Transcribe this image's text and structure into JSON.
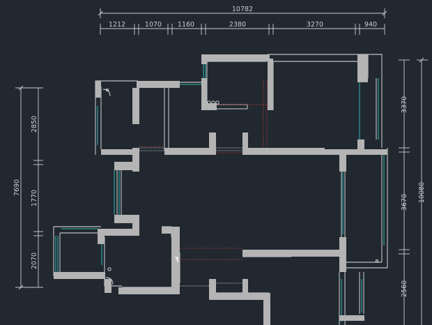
{
  "drawing": {
    "colors": {
      "background": "#212830",
      "dimension": "#c9cdd2",
      "wall": "#b4b4b4",
      "outline": "#e6e6e6",
      "glass": "#2fb7b1",
      "hidden_line": "#b43a3a"
    },
    "top_dimensions": {
      "overall": "10782",
      "segments": [
        "1212",
        "1070",
        "1160",
        "2380",
        "3270",
        "940"
      ]
    },
    "left_dimensions": {
      "overall": "7690",
      "segments": [
        "2850",
        "1770",
        "2070"
      ]
    },
    "right_dimensions": {
      "overall": "10080",
      "segments": [
        "3370",
        "3670",
        "2560"
      ]
    }
  }
}
